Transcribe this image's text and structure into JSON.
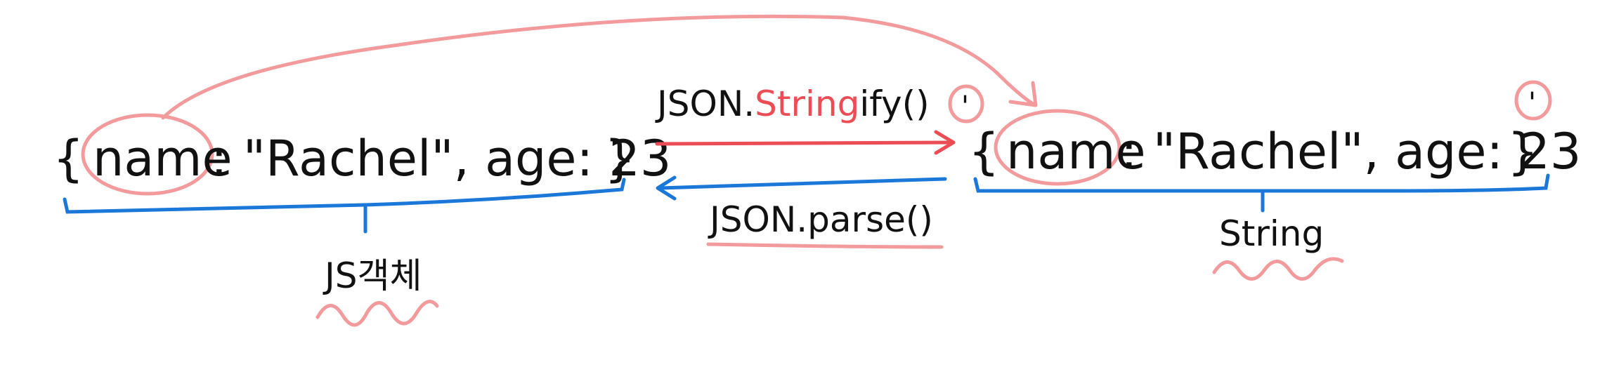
{
  "left_object": {
    "brace_open": "{",
    "key": "name",
    "rest": ": \"Rachel\", age: 23",
    "brace_close": "}",
    "label": "JS객체"
  },
  "right_object": {
    "brace_open": "{",
    "key": "name",
    "rest": ": \"Rachel\", age: 23",
    "brace_close": "}",
    "label": "String"
  },
  "quote_marks": [
    "'",
    "'"
  ],
  "stringify_label": {
    "prefix": "JSON.",
    "highlight": "String",
    "suffix": "ify()"
  },
  "parse_label": "JSON.parse()",
  "colors": {
    "ink": "#111111",
    "pink": "#f29a9c",
    "red": "#ec4d55",
    "blue": "#1b78d8"
  }
}
